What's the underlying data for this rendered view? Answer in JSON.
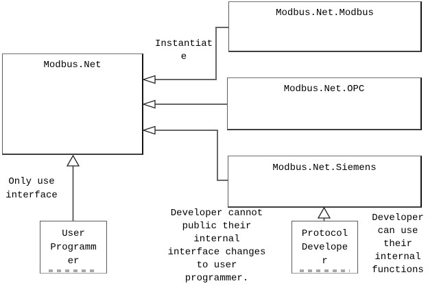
{
  "diagram": {
    "background": "#ffffff",
    "line_color": "#666666",
    "arrowhead_fill": "#ffffff",
    "arrowhead_stroke": "#222222",
    "box_border_color": "#5a5a5a",
    "text_color": "#000000"
  },
  "boxes": {
    "core": {
      "title": "Modbus.Net"
    },
    "modbus": {
      "title": "Modbus.Net.Modbus"
    },
    "opc": {
      "title": "Modbus.Net.OPC"
    },
    "siemens": {
      "title": "Modbus.Net.Siemens"
    },
    "user": {
      "label": "User\nProgramm\ner"
    },
    "protocol": {
      "label": "Protocol\nDevelope\nr"
    }
  },
  "annotations": {
    "instantiate": "Instantiat\ne",
    "only_use_interface": "Only use\ninterface",
    "cannot_public": "Developer cannot\npublic their\ninternal\ninterface changes\nto user\nprogrammer.",
    "can_use_internal": "Developer\ncan use\ntheir\ninternal\nfunctions"
  }
}
